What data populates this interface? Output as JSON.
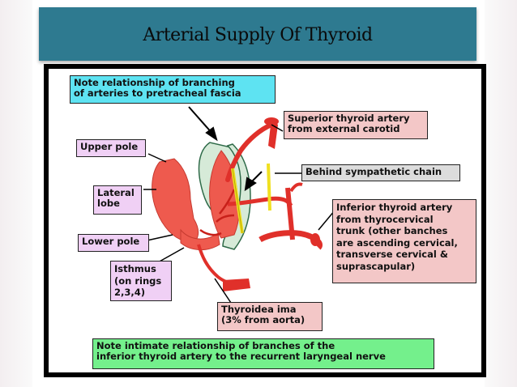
{
  "title": "Arterial Supply Of Thyroid",
  "labels": {
    "note_branching": "Note relationship of branching\nof arteries to pretracheal fascia",
    "superior_thyroid": "Superior thyroid artery\nfrom external carotid",
    "upper_pole": "Upper pole",
    "behind_chain": "Behind sympathetic chain",
    "lateral_lobe": "Lateral\nlobe",
    "inferior_thyroid": "Inferior thyroid artery\nfrom thyrocervical\ntrunk (other banches\nare ascending cervical,\ntransverse cervical &\nsuprascapular)",
    "lower_pole": "Lower pole",
    "isthmus": "Isthmus\n(on rings\n2,3,4)",
    "thyroidea_ima": "Thyroidea ima\n(3% from aorta)",
    "note_intimate": "Note intimate relationship of branches of the\ninferior thyroid artery to the recurrent laryngeal nerve"
  },
  "colors": {
    "title_bar": "#2e7a90",
    "artery": "#e0302a",
    "thyroid": "#ee5a4e",
    "fascia": "#d8ecd8",
    "nerve": "#f0e020"
  }
}
